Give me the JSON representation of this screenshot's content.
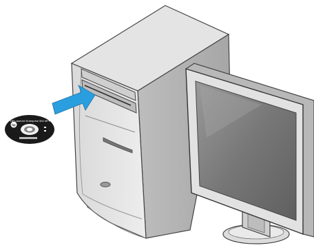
{
  "scene": {
    "disc_brand": "hp",
    "disc_title": "HP LaserJet Enterprise 500 MFP",
    "colors": {
      "arrow": "#2a9fe0",
      "tower_light": "#e6e6e6",
      "tower_mid": "#c9c9c9",
      "tower_dark": "#9c9c9c",
      "screen": "#7d7d7d",
      "disc": "#1a1a1a"
    },
    "icons": [
      "cd-disc-icon",
      "insert-arrow-icon",
      "computer-tower",
      "monitor"
    ]
  }
}
